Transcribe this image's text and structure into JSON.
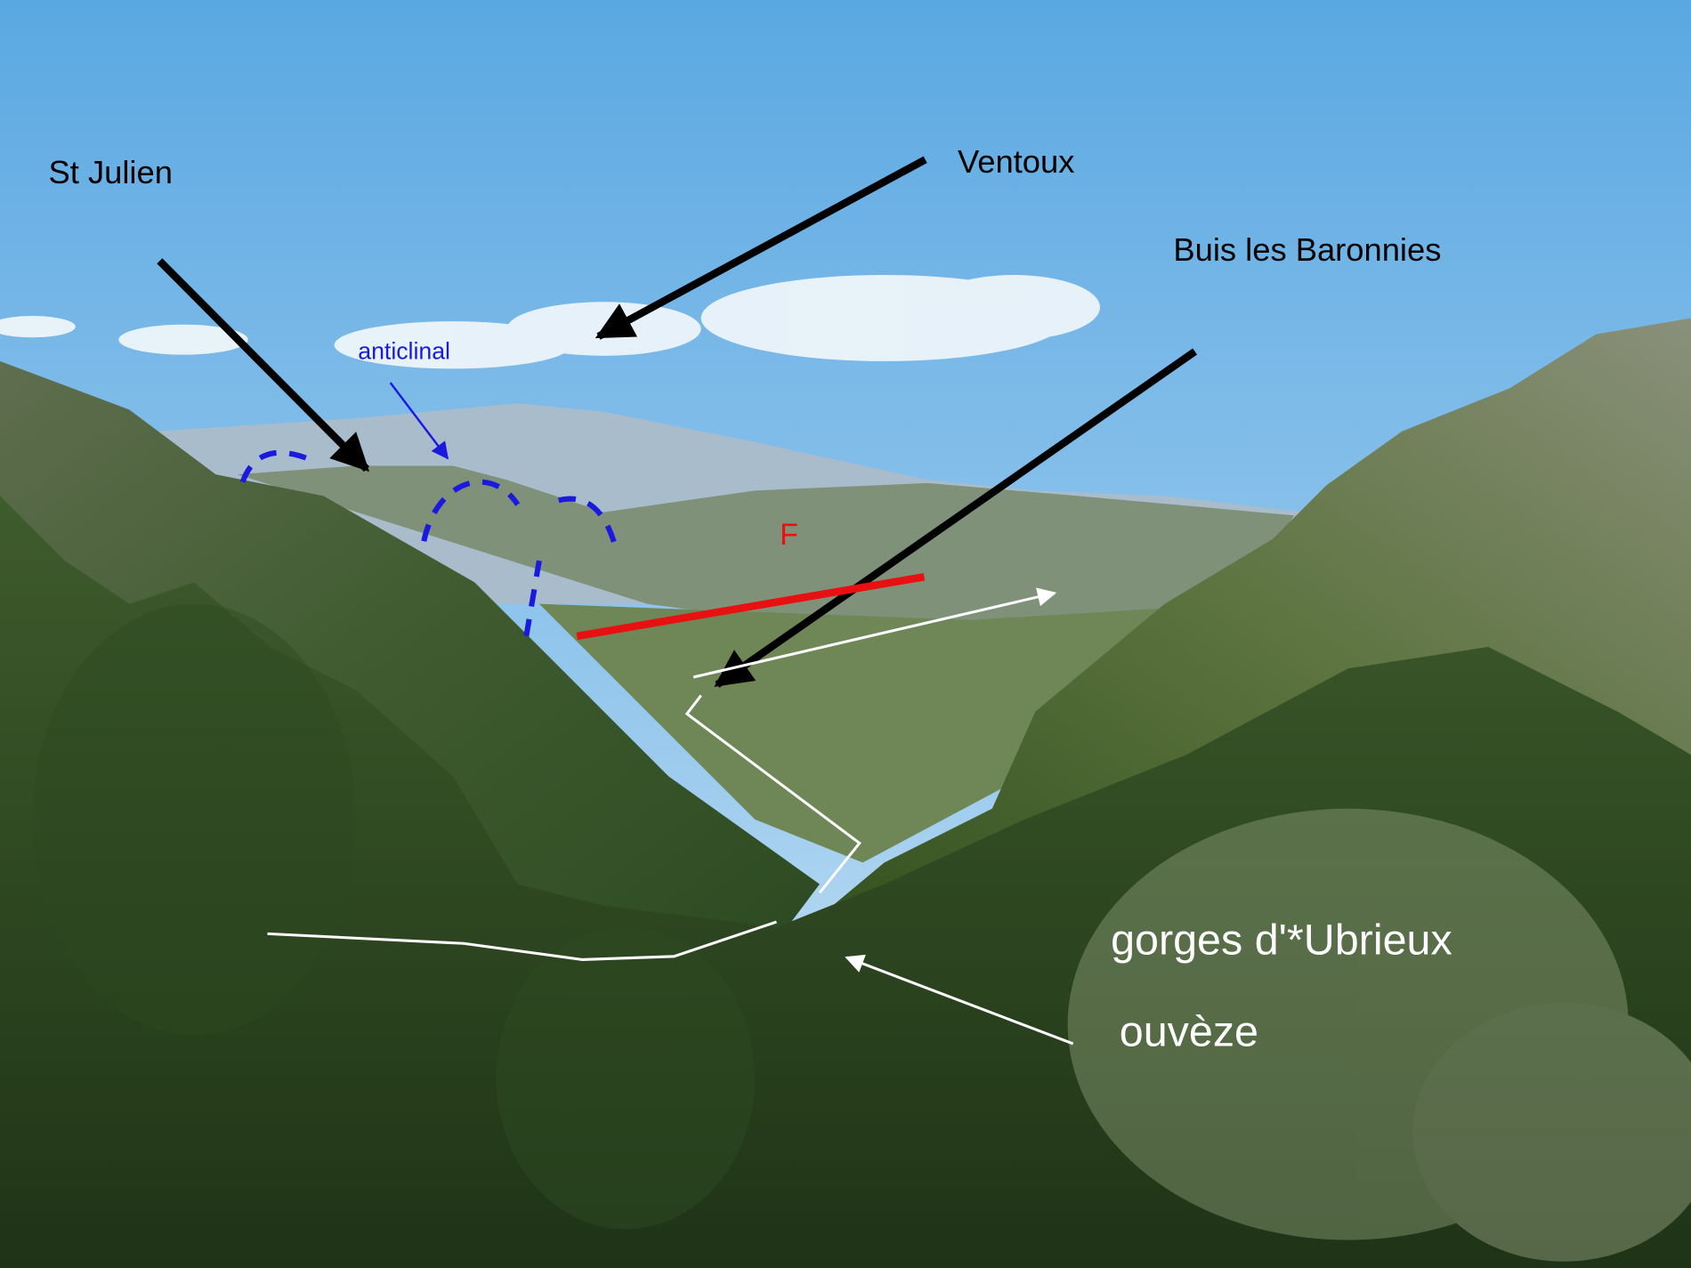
{
  "labels": {
    "st_julien": "St Julien",
    "ventoux": "Ventoux",
    "buis": "Buis les Baronnies",
    "anticlinal": "anticlinal",
    "fault": "F",
    "gorges": "gorges d'*Ubrieux",
    "ouveze": "ouvèze"
  },
  "colors": {
    "black_arrow": "#000000",
    "anticline": "#1a1adf",
    "fault_line": "#e81010",
    "river_trace": "#ffffff"
  }
}
